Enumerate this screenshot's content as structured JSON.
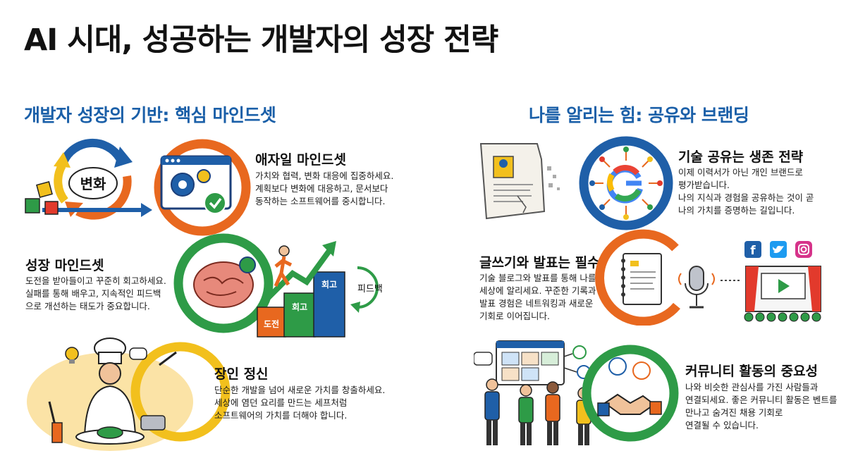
{
  "title": "AI 시대, 성공하는 개발자의 성장 전략",
  "left": {
    "section_title": "개발자 성장의 기반: 핵심 마인드셋",
    "change_label": "변화",
    "agile": {
      "title": "애자일 마인드셋",
      "lines": [
        "가치와 협력, 변화 대응에 집중하세요.",
        "계획보다 변화에 대응하고, 문서보다",
        "동작하는 소프트웨어를 중시합니다."
      ]
    },
    "growth": {
      "title": "성장 마인드셋",
      "lines": [
        "도전을 받아들이고 꾸준히 회고하세요.",
        "실패를 통해 배우고, 지속적인 피드백",
        "으로 개선하는 태도가 중요합니다."
      ],
      "bars": [
        "도전",
        "회고",
        "회고"
      ],
      "feedback_label": "피드백"
    },
    "craft": {
      "title": "장인 정신",
      "lines": [
        "단순한 개발을 넘어 새로운 가치를 창출하세요.",
        "세상에 염던 요리를 만드는 세프처럼",
        "소프트웨어의 가치를 더해야 합니다."
      ]
    }
  },
  "right": {
    "section_title": "나를 알리는 힘: 공유와 브랜딩",
    "sharing": {
      "title": "기술 공유는 생존 전략",
      "lines": [
        "이제 이력서가 아닌 개인 브랜드로",
        "평가받습니다.",
        "나의 지식과 경험을 공유하는 것이 곧",
        "나의 가치를 증명하는 길입니다."
      ]
    },
    "writing": {
      "title": "글쓰기와 발표는 필수",
      "lines": [
        "기술 블로그와 발표를 통해 나를",
        "세상에 알리세요. 꾸준한 기록과",
        "발표 경험은 네트워킹과 새로운",
        "기회로 이어집니다."
      ]
    },
    "community": {
      "title": "커뮤니티 활동의 중요성",
      "lines": [
        "나와 비슷한 관심사를 가진 사람들과",
        "연결되세요. 좋은 커뮤니티 활동은 벤트를",
        "만나고 숨겨진 채용 기회로",
        "연결될 수 있습니다."
      ]
    }
  },
  "colors": {
    "orange": "#e8681f",
    "green": "#2e9b47",
    "yellow": "#f2c01d",
    "blue": "#1f5fa8",
    "navy": "#1c3f7a",
    "red": "#e23a2c"
  }
}
